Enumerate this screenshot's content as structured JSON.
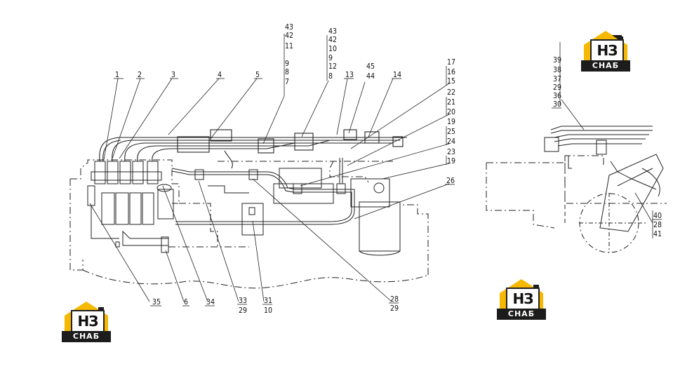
{
  "callouts_main": {
    "c1": "1",
    "c2": "2",
    "c3": "3",
    "c4": "4",
    "c5": "5",
    "stack_a": [
      "43",
      "42",
      "11",
      "9",
      "8",
      "7"
    ],
    "stack_b": [
      "43",
      "42",
      "10",
      "9",
      "12",
      "8"
    ],
    "c13": "13",
    "stack_c": [
      "45",
      "44"
    ],
    "c14": "14",
    "stack_d": [
      "17",
      "16",
      "15",
      "22",
      "21",
      "20",
      "19",
      "25",
      "24",
      "23",
      "19"
    ],
    "c26": "26",
    "bottom": [
      "35",
      "6",
      "34",
      "33",
      "29",
      "31",
      "10",
      "28",
      "29"
    ]
  },
  "callouts_side": {
    "stack_top": [
      "39",
      "38",
      "37",
      "29",
      "36",
      "30"
    ],
    "stack_right": [
      "40",
      "28",
      "41"
    ]
  },
  "logos": [
    {
      "mono": "НЗ",
      "plate": "СНАБ"
    },
    {
      "mono": "НЗ",
      "plate": "СНАБ"
    },
    {
      "mono": "НЗ",
      "plate": "СНАБ"
    }
  ],
  "colors": {
    "logo_yellow": "#f6b800",
    "logo_dark": "#1c1c1c",
    "line": "#222222"
  }
}
